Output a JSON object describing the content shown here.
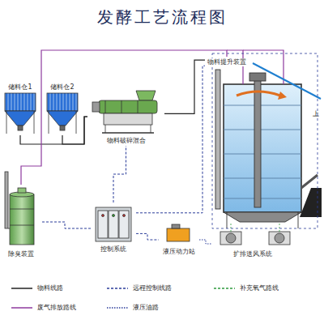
{
  "diagram": {
    "title": "发酵工艺流程图",
    "nodes": [
      {
        "text": [
          "储料仓1"
        ]
      },
      {
        "text": [
          "储料仓2"
        ]
      },
      {
        "text": [
          "物料破碎混合"
        ]
      },
      {
        "text": [
          "物料提升装置"
        ]
      },
      {
        "text": [
          "除臭装置"
        ]
      },
      {
        "text": [
          "控制系统"
        ]
      },
      {
        "text": [
          "液压动力站"
        ]
      },
      {
        "text": [
          "扩排送风系统"
        ]
      }
    ],
    "edges": [
      {
        "from": 0,
        "to": 2,
        "arrow": "none"
      },
      {
        "from": 1,
        "to": 2,
        "arrow": "none"
      },
      {
        "from": 2,
        "to": 3,
        "arrow": "none"
      },
      {
        "from": 3,
        "to": 4,
        "arrow": "none"
      },
      {
        "from": 5,
        "to": 2,
        "arrow": "none"
      },
      {
        "from": 5,
        "to": 3,
        "arrow": "none"
      },
      {
        "from": 5,
        "to": 4,
        "arrow": "none"
      },
      {
        "from": 5,
        "to": 6,
        "arrow": "none"
      },
      {
        "from": 6,
        "to": 7,
        "arrow": "none"
      }
    ],
    "labels": [
      "上"
    ],
    "legend": [
      {
        "text": "物料线路"
      },
      {
        "text": "远程控制线路"
      },
      {
        "text": "补充氧气路线"
      },
      {
        "text": "废气排放路线"
      },
      {
        "text": "液压油路"
      }
    ]
  }
}
